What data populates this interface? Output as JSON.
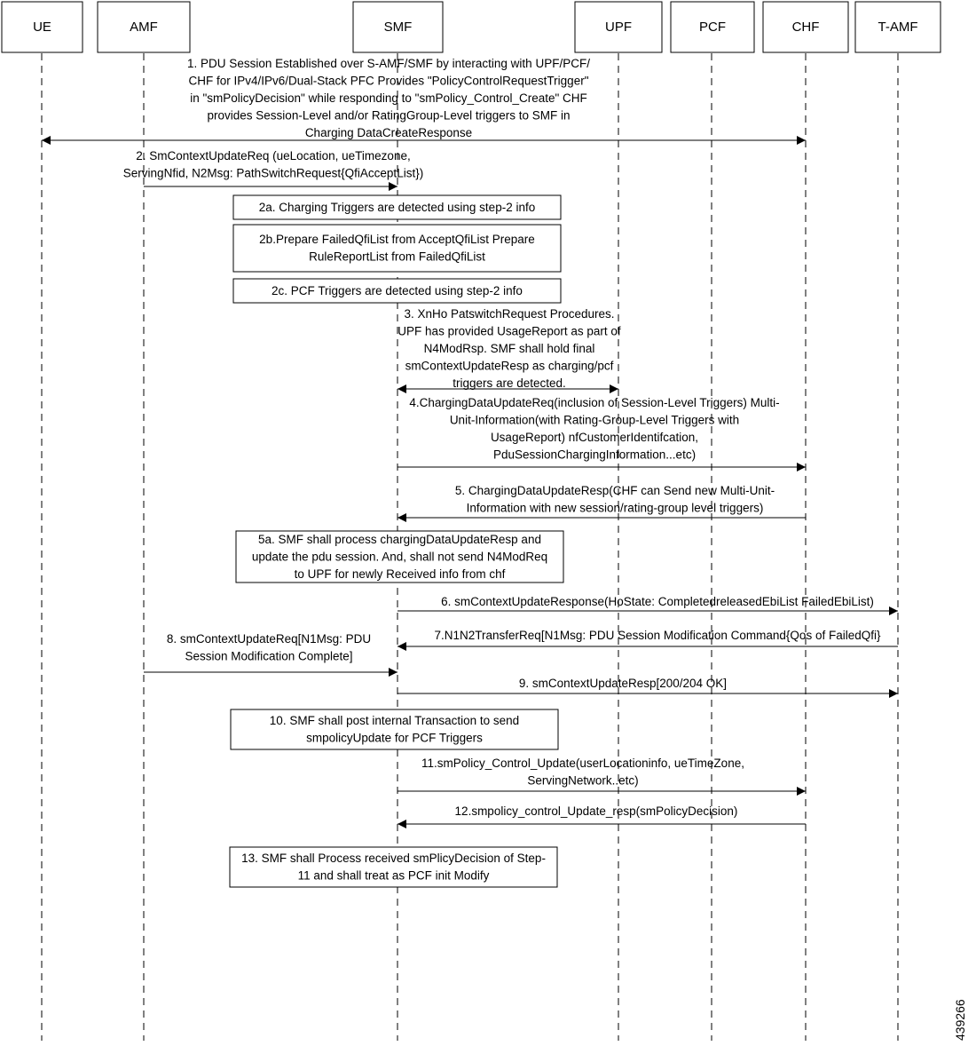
{
  "participants": [
    {
      "id": "ue",
      "label": "UE"
    },
    {
      "id": "amf",
      "label": "AMF"
    },
    {
      "id": "smf",
      "label": "SMF"
    },
    {
      "id": "upf",
      "label": "UPF"
    },
    {
      "id": "pcf",
      "label": "PCF"
    },
    {
      "id": "chf",
      "label": "CHF"
    },
    {
      "id": "tamf",
      "label": "T-AMF"
    }
  ],
  "messages": [
    {
      "id": "msg-1",
      "from": "ue",
      "to": "chf",
      "bidirectional": true,
      "lines": [
        "1. PDU Session Established over S-AMF/SMF by interacting with UPF/PCF/",
        "CHF for IPv4/IPv6/Dual-Stack PFC Provides \"PolicyControlRequestTrigger\"",
        "in \"smPolicyDecision\" while responding to \"smPolicy_Control_Create\" CHF",
        "provides Session-Level and/or RatingGroup-Level triggers to SMF in",
        "Charging DataCreateResponse"
      ]
    },
    {
      "id": "msg-2",
      "from": "amf",
      "to": "smf",
      "lines": [
        "2. SmContextUpdateReq (ueLocation, ueTimezone,",
        "ServingNfid, N2Msg: PathSwitchRequest{QfiAcceptList})"
      ]
    },
    {
      "id": "msg-3",
      "from": "smf",
      "to": "upf",
      "bidirectional": true,
      "lines": [
        "3. XnHo PatswitchRequest Procedures.",
        "UPF has provided UsageReport as part of",
        "N4ModRsp. SMF shall hold final",
        "smContextUpdateResp as charging/pcf",
        "triggers are detected."
      ]
    },
    {
      "id": "msg-4",
      "from": "smf",
      "to": "chf",
      "lines": [
        "4.ChargingDataUpdateReq(inclusion of Session-Level Triggers) Multi-",
        "Unit-Information(with Rating-Group-Level Triggers with",
        "UsageReport) nfCustomerIdentifcation,",
        "PduSessionChargingInformation...etc)"
      ]
    },
    {
      "id": "msg-5",
      "from": "chf",
      "to": "smf",
      "lines": [
        "5. ChargingDataUpdateResp(CHF can Send new Multi-Unit-",
        "Information with new session/rating-group level triggers)"
      ]
    },
    {
      "id": "msg-6",
      "from": "smf",
      "to": "tamf",
      "lines": [
        "6. smContextUpdateResponse(HoState: CompletedreleasedEbiList FailedEbiList)"
      ]
    },
    {
      "id": "msg-7",
      "from": "tamf",
      "to": "smf",
      "lines": [
        "7.N1N2TransferReq[N1Msg: PDU Session Modification Command{Qos of FailedQfi}"
      ]
    },
    {
      "id": "msg-8",
      "from": "amf",
      "to": "smf",
      "lines": [
        "8. smContextUpdateReq[N1Msg: PDU",
        "Session Modification Complete]"
      ]
    },
    {
      "id": "msg-9",
      "from": "smf",
      "to": "tamf",
      "lines": [
        "9. smContextUpdateResp[200/204 OK]"
      ]
    },
    {
      "id": "msg-11",
      "from": "smf",
      "to": "chf",
      "lines": [
        "11.smPolicy_Control_Update(userLocationinfo, ueTimeZone,",
        "ServingNetwork..etc)"
      ]
    },
    {
      "id": "msg-12",
      "from": "chf",
      "to": "smf",
      "lines": [
        "12.smpolicy_control_Update_resp(smPolicyDecision)"
      ]
    }
  ],
  "notes": [
    {
      "id": "note-2a",
      "lines": [
        "2a. Charging Triggers are detected using step-2 info"
      ]
    },
    {
      "id": "note-2b",
      "lines": [
        "2b.Prepare FailedQfiList from AcceptQfiList Prepare",
        "RuleReportList from FailedQfiList"
      ]
    },
    {
      "id": "note-2c",
      "lines": [
        "2c. PCF Triggers are detected using step-2 info"
      ]
    },
    {
      "id": "note-5a",
      "lines": [
        "5a. SMF shall process chargingDataUpdateResp and",
        "update the pdu session. And, shall not send N4ModReq",
        "to UPF for newly Received info from chf"
      ]
    },
    {
      "id": "note-10",
      "lines": [
        "10. SMF shall post internal Transaction to send",
        "smpolicyUpdate for PCF Triggers"
      ]
    },
    {
      "id": "note-13",
      "lines": [
        "13. SMF shall Process received smPlicyDecision of Step-",
        "11 and shall treat as PCF init Modify"
      ]
    }
  ],
  "figure_id": "439266"
}
